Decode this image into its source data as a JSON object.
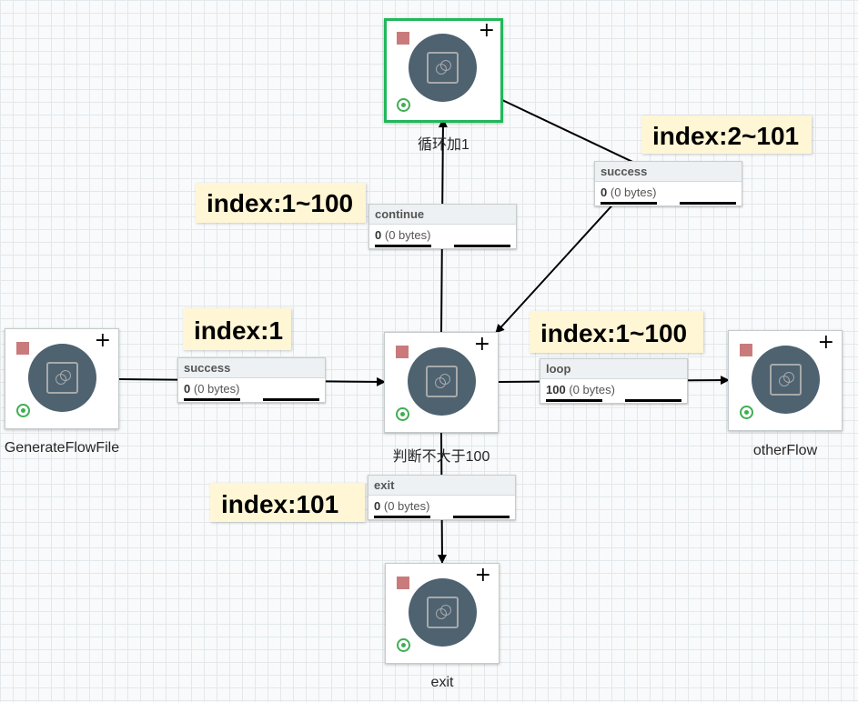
{
  "processors": {
    "generate": {
      "name": "GenerateFlowFile"
    },
    "loop_add": {
      "name": "循环加1"
    },
    "judge": {
      "name": "判断不大于100"
    },
    "other": {
      "name": "otherFlow"
    },
    "exit": {
      "name": "exit"
    }
  },
  "connections": {
    "gen_success": {
      "name": "success",
      "count": "0",
      "size": "(0 bytes)"
    },
    "loop_success": {
      "name": "success",
      "count": "0",
      "size": "(0 bytes)"
    },
    "continue": {
      "name": "continue",
      "count": "0",
      "size": "(0 bytes)"
    },
    "loop": {
      "name": "loop",
      "count": "100",
      "size": "(0 bytes)"
    },
    "exit": {
      "name": "exit",
      "count": "0",
      "size": "(0 bytes)"
    }
  },
  "annotations": {
    "index_1": "index:1",
    "index_2_101": "index:2~101",
    "index_1_100_continue": "index:1~100",
    "index_1_100_loop": "index:1~100",
    "index_101": "index:101"
  },
  "colors": {
    "canvas": "#f9fafb",
    "grid": "#e3e8eb",
    "processor_icon": "#4e6270",
    "selected_border": "#1fb85a",
    "stopped_indicator": "#c97b7b",
    "valid_indicator": "#3fae53",
    "annotation_bg": "#fff6d5"
  },
  "icons": {
    "processor": "processor-icon",
    "stopped": "stop-icon",
    "add": "plus-icon",
    "valid": "valid-icon"
  }
}
